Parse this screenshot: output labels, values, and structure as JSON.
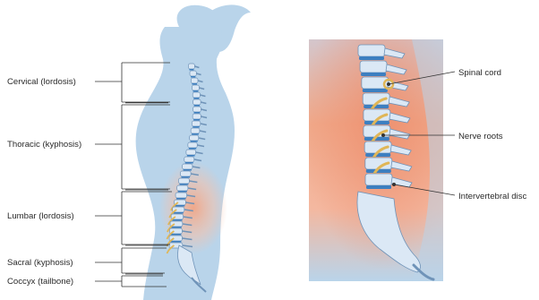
{
  "regions": [
    {
      "key": "cervical",
      "label": "Cervical (lordosis)"
    },
    {
      "key": "thoracic",
      "label": "Thoracic (kyphosis)"
    },
    {
      "key": "lumbar",
      "label": "Lumbar (lordosis)"
    },
    {
      "key": "sacral",
      "label": "Sacral (kyphosis)"
    },
    {
      "key": "coccyx",
      "label": "Coccyx (tailbone)"
    }
  ],
  "callouts": [
    {
      "key": "spinal-cord",
      "label": "Spinal cord"
    },
    {
      "key": "nerve-roots",
      "label": "Nerve roots"
    },
    {
      "key": "disc",
      "label": "Intervertebral disc"
    }
  ],
  "colors": {
    "body_fill": "#b9d4ea",
    "highlight": "#f2a585",
    "bone": "#dbe8f5",
    "bone_stroke": "#6f93b8",
    "disc": "#3d7fc0",
    "nerve": "#e0b657",
    "line": "#333333"
  }
}
